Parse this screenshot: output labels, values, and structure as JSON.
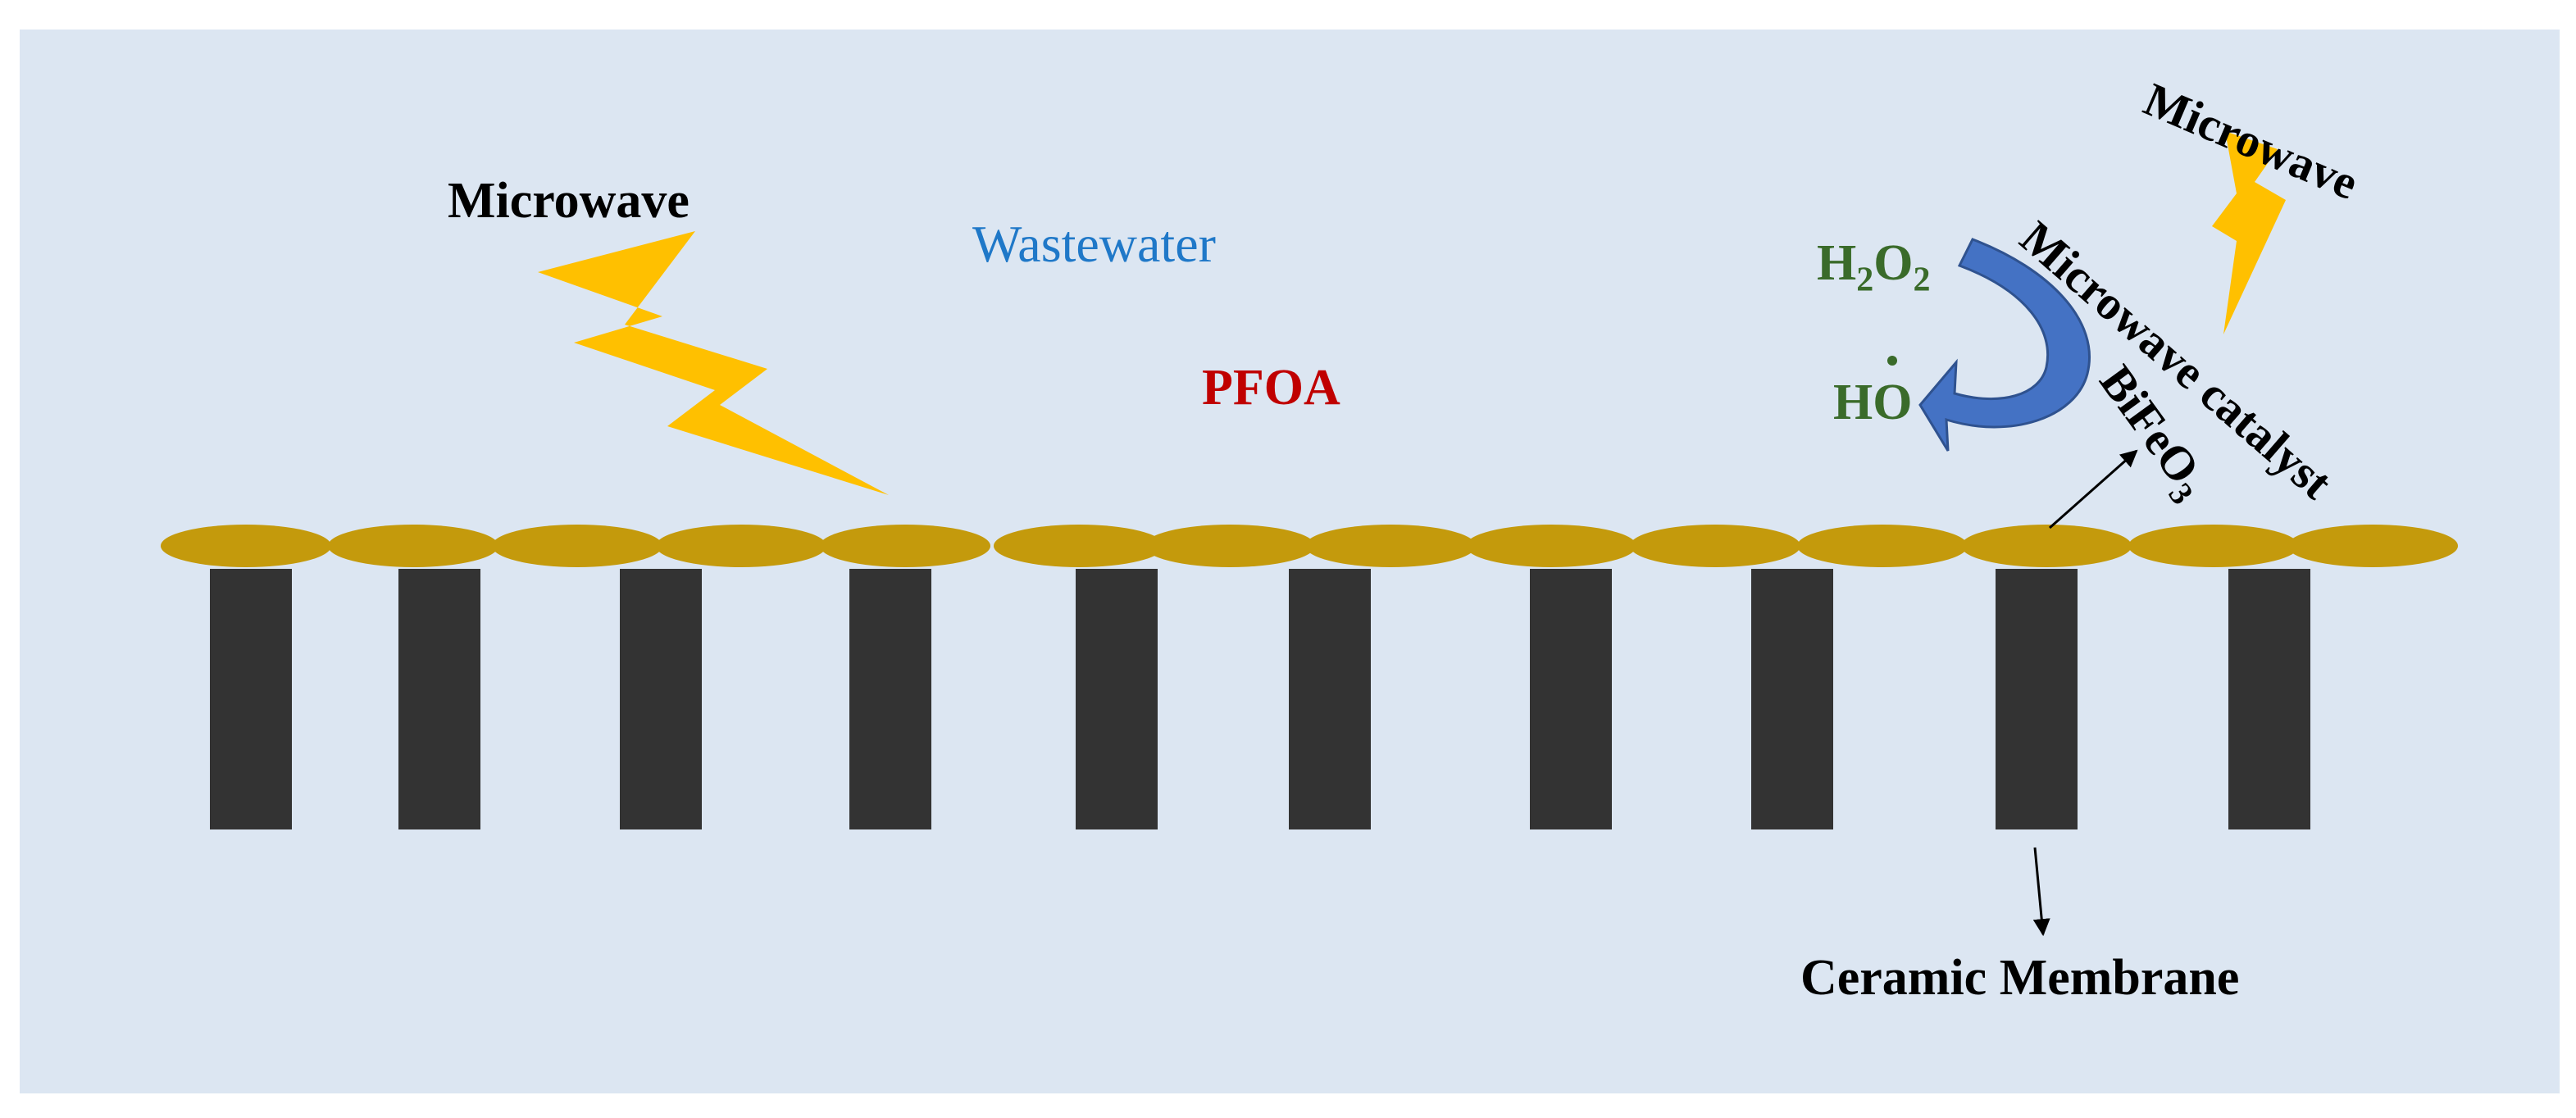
{
  "labels": {
    "microwave_left": "Microwave",
    "wastewater": "Wastewater",
    "pfoa": "PFOA",
    "h2o2_main": "H",
    "h2o2_sub1": "2",
    "h2o2_mid": "O",
    "h2o2_sub2": "2",
    "ho_h": "H",
    "ho_o": "O",
    "microwave_right": "Microwave",
    "microwave_catalyst": "Microwave catalyst",
    "bifeo3_main": "BiFeO",
    "bifeo3_sub": "3",
    "ceramic_membrane": "Ceramic Membrane"
  },
  "colors": {
    "background": "#dce6f2",
    "catalyst_disc": "#c49a0c",
    "membrane_pillar": "#333333",
    "lightning": "#ffc000",
    "cycle_arrow": "#4472c4",
    "wastewater_text": "#1f78c8",
    "pfoa_text": "#c00000",
    "radical_text": "#3a6b2a"
  },
  "icons": [
    "lightning-bolt-icon",
    "curved-arrow-icon"
  ],
  "structure": {
    "catalyst_disc_count": 14,
    "membrane_pillar_count": 10
  }
}
